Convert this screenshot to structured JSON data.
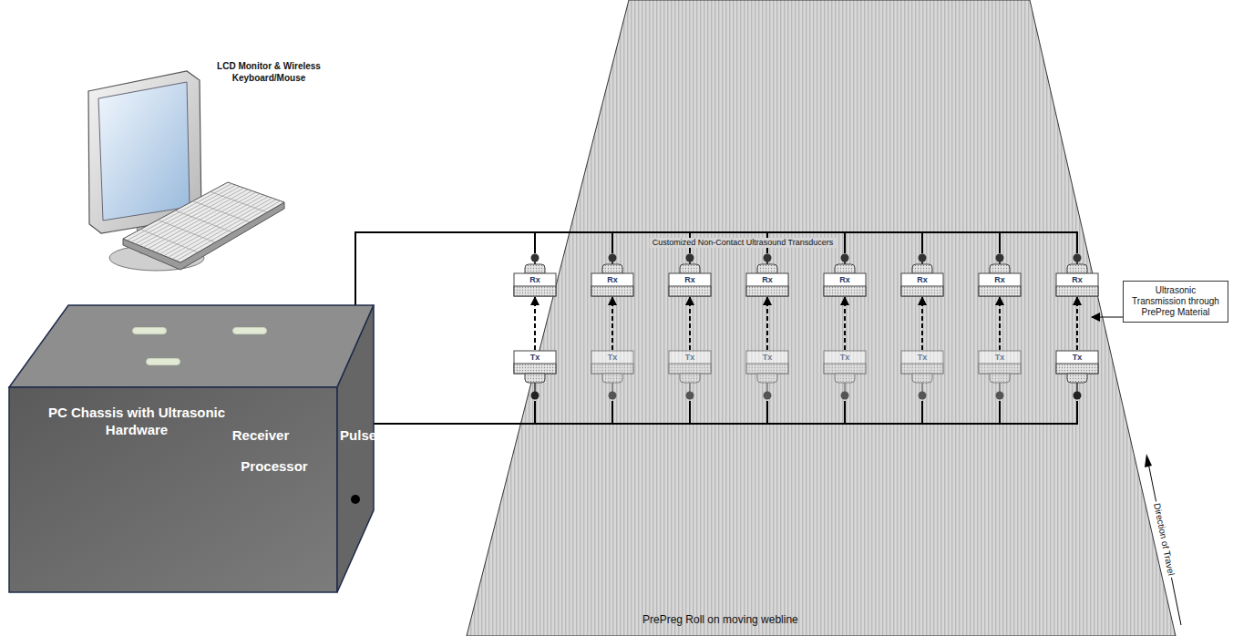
{
  "diagram": {
    "nodes": [
      {
        "text": [
          "PC Chassis with Ultrasonic Hardware"
        ]
      },
      {
        "text": [
          "Receiver"
        ],
        "in": 0
      },
      {
        "text": [
          "Pulser"
        ],
        "in": 0
      },
      {
        "text": [
          "Processor"
        ],
        "in": 0
      },
      {
        "text": [
          "PrePreg Roll on moving webline"
        ]
      },
      {
        "text": [
          "Rx"
        ]
      },
      {
        "text": [
          "Rx"
        ]
      },
      {
        "text": [
          "Rx"
        ]
      },
      {
        "text": [
          "Rx"
        ]
      },
      {
        "text": [
          "Rx"
        ]
      },
      {
        "text": [
          "Rx"
        ]
      },
      {
        "text": [
          "Rx"
        ]
      },
      {
        "text": [
          "Rx"
        ]
      },
      {
        "text": [
          "Tx"
        ]
      },
      {
        "text": [
          "Tx"
        ]
      },
      {
        "text": [
          "Tx"
        ]
      },
      {
        "text": [
          "Tx"
        ]
      },
      {
        "text": [
          "Tx"
        ]
      },
      {
        "text": [
          "Tx"
        ]
      },
      {
        "text": [
          "Tx"
        ]
      },
      {
        "text": [
          "Tx"
        ]
      },
      {
        "text": [
          "Ultrasonic Transmission through PrePreg Material"
        ]
      }
    ],
    "edges": [
      {
        "from": 0,
        "to": 5,
        "arrow": "none"
      },
      {
        "from": 0,
        "to": 6,
        "arrow": "none"
      },
      {
        "from": 0,
        "to": 7,
        "arrow": "none"
      },
      {
        "from": 0,
        "to": 8,
        "arrow": "none"
      },
      {
        "from": 0,
        "to": 9,
        "arrow": "none"
      },
      {
        "from": 0,
        "to": 10,
        "arrow": "none"
      },
      {
        "from": 0,
        "to": 11,
        "arrow": "none"
      },
      {
        "from": 0,
        "to": 12,
        "arrow": "none"
      },
      {
        "from": 0,
        "to": 13,
        "arrow": "none"
      },
      {
        "from": 0,
        "to": 14,
        "arrow": "none"
      },
      {
        "from": 0,
        "to": 15,
        "arrow": "none"
      },
      {
        "from": 0,
        "to": 16,
        "arrow": "none"
      },
      {
        "from": 0,
        "to": 17,
        "arrow": "none"
      },
      {
        "from": 0,
        "to": 18,
        "arrow": "none"
      },
      {
        "from": 0,
        "to": 19,
        "arrow": "none"
      },
      {
        "from": 0,
        "to": 20,
        "arrow": "none"
      },
      {
        "from": 13,
        "to": 5,
        "arrow": "to"
      },
      {
        "from": 14,
        "to": 6,
        "arrow": "to"
      },
      {
        "from": 15,
        "to": 7,
        "arrow": "to"
      },
      {
        "from": 16,
        "to": 8,
        "arrow": "to"
      },
      {
        "from": 17,
        "to": 9,
        "arrow": "to"
      },
      {
        "from": 18,
        "to": 10,
        "arrow": "to"
      },
      {
        "from": 19,
        "to": 11,
        "arrow": "to"
      },
      {
        "from": 20,
        "to": 12,
        "arrow": "to"
      }
    ],
    "labels": [
      "LCD Monitor & Wireless Keyboard/Mouse",
      "Customized Non-Contact Ultrasound Transducers",
      "Direction of Travel"
    ]
  }
}
